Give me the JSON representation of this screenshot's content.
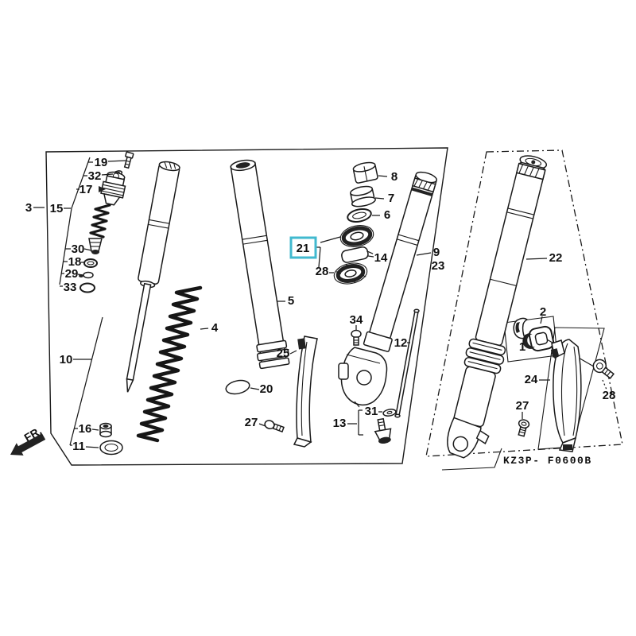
{
  "diagram": {
    "code": "KZ3P- F0600B",
    "fr_label": "FR.",
    "highlighted_part": "21",
    "highlight_color": "#41b9cf",
    "line_color": "#1a1a1a",
    "background_color": "#ffffff",
    "callouts": [
      {
        "num": "3"
      },
      {
        "num": "19"
      },
      {
        "num": "32"
      },
      {
        "num": "17"
      },
      {
        "num": "15"
      },
      {
        "num": "30"
      },
      {
        "num": "18"
      },
      {
        "num": "29"
      },
      {
        "num": "33"
      },
      {
        "num": "10"
      },
      {
        "num": "16"
      },
      {
        "num": "11"
      },
      {
        "num": "4"
      },
      {
        "num": "5"
      },
      {
        "num": "20"
      },
      {
        "num": "25"
      },
      {
        "num": "27"
      },
      {
        "num": "34"
      },
      {
        "num": "21"
      },
      {
        "num": "14"
      },
      {
        "num": "28"
      },
      {
        "num": "8"
      },
      {
        "num": "7"
      },
      {
        "num": "6"
      },
      {
        "num": "12"
      },
      {
        "num": "31"
      },
      {
        "num": "13"
      },
      {
        "num": "9"
      },
      {
        "num": "23"
      },
      {
        "num": "22"
      },
      {
        "num": "2"
      },
      {
        "num": "1"
      },
      {
        "num": "24"
      },
      {
        "num": "27"
      },
      {
        "num": "28"
      }
    ]
  }
}
